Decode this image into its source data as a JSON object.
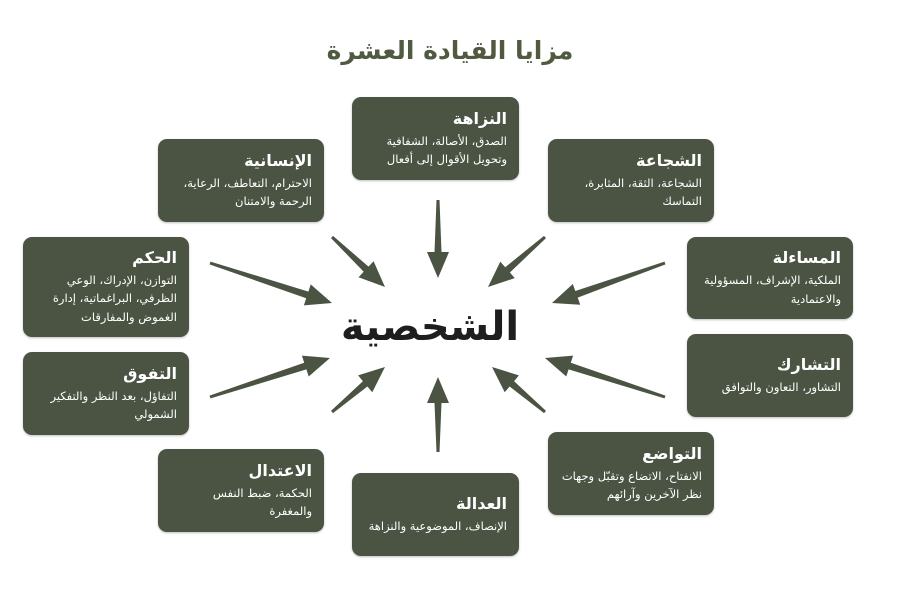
{
  "title": "مزايا القيادة العشرة",
  "center_label": "الشخصية",
  "colors": {
    "box": "#4b5443",
    "title": "#4f5a41",
    "arrow": "#4b5443",
    "center_text": "#1e1e1e"
  },
  "nodes": {
    "integrity": {
      "title": "النزاهة",
      "text": "الصدق، الأصالة، الشفافية وتحويل الأقوال إلى أفعال"
    },
    "courage": {
      "title": "الشجاعة",
      "text": "الشجاعة، الثقة، المثابرة، التماسك"
    },
    "accountability": {
      "title": "المساءلة",
      "text": "الملكية، الإشراف، المسؤولية والاعتمادية"
    },
    "collaboration": {
      "title": "التشارك",
      "text": "التشاور، التعاون والتوافق"
    },
    "humility": {
      "title": "التواضع",
      "text": "الانفتاح، الاتضاع وتقبّل وجهات نظر الآخرين وآرائهم"
    },
    "justice": {
      "title": "العدالة",
      "text": "الإنصاف، الموضوعية والنزاهة"
    },
    "temperance": {
      "title": "الاعتدال",
      "text": "الحكمة، ضبط النفس والمغفرة"
    },
    "transcendence": {
      "title": "التفوق",
      "text": "التفاؤل، بعد النظر والتفكير الشمولي"
    },
    "judgment": {
      "title": "الحكم",
      "text": "التوازن، الإدراك، الوعي الظرفي، البراغماتية، إدارة الغموض والمفارقات"
    },
    "humanity": {
      "title": "الإنسانية",
      "text": "الاحترام، التعاطف، الرعاية، الرحمة والامتنان"
    }
  }
}
